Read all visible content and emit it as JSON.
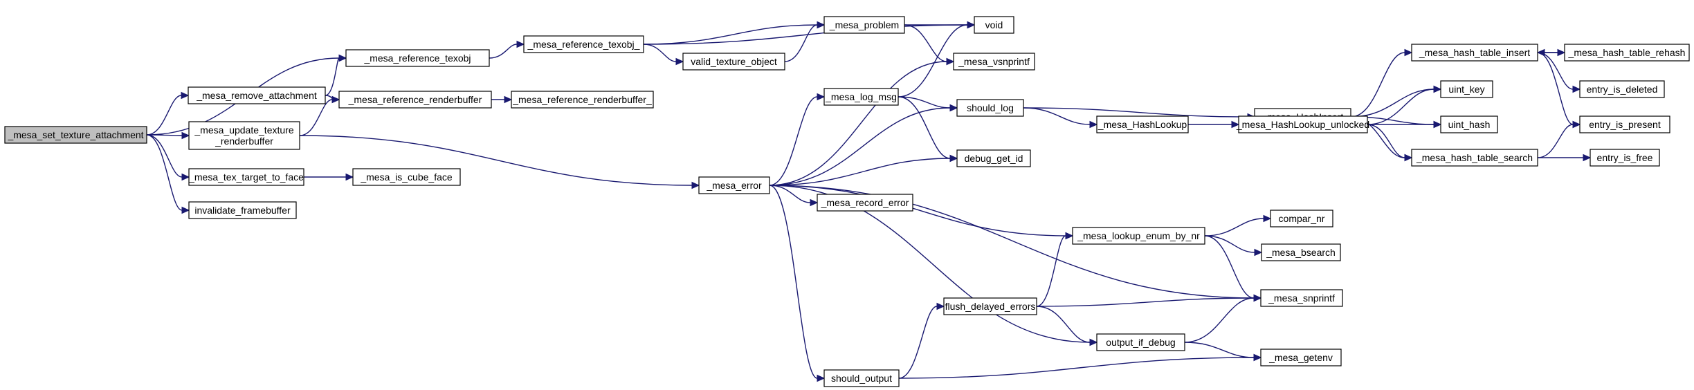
{
  "diagram": {
    "type": "call-graph",
    "colors": {
      "edge": "#191970",
      "node_border": "#000000",
      "root_fill": "#bfbfbf",
      "node_fill": "#ffffff"
    },
    "nodes": [
      {
        "id": "set_tex_attach",
        "label": "_mesa_set_texture_attachment",
        "root": true
      },
      {
        "id": "ref_texobj",
        "label": "_mesa_reference_texobj"
      },
      {
        "id": "ref_texobj_",
        "label": "_mesa_reference_texobj_"
      },
      {
        "id": "remove_attach",
        "label": "_mesa_remove_attachment"
      },
      {
        "id": "ref_rb",
        "label": "_mesa_reference_renderbuffer"
      },
      {
        "id": "ref_rb_",
        "label": "_mesa_reference_renderbuffer_"
      },
      {
        "id": "update_tex_rb",
        "label": "_mesa_update_texture\n_renderbuffer"
      },
      {
        "id": "tex_target_face",
        "label": "_mesa_tex_target_to_face"
      },
      {
        "id": "is_cube_face",
        "label": "_mesa_is_cube_face"
      },
      {
        "id": "inval_fb",
        "label": "invalidate_framebuffer"
      },
      {
        "id": "problem",
        "label": "_mesa_problem"
      },
      {
        "id": "valid_tex_obj",
        "label": "valid_texture_object"
      },
      {
        "id": "void",
        "label": "void"
      },
      {
        "id": "vsnprintf",
        "label": "_mesa_vsnprintf"
      },
      {
        "id": "error",
        "label": "_mesa_error"
      },
      {
        "id": "log_msg",
        "label": "_mesa_log_msg"
      },
      {
        "id": "should_log",
        "label": "should_log"
      },
      {
        "id": "debug_get_id",
        "label": "debug_get_id"
      },
      {
        "id": "record_error",
        "label": "_mesa_record_error"
      },
      {
        "id": "lookup_enum",
        "label": "_mesa_lookup_enum_by_nr"
      },
      {
        "id": "compar_nr",
        "label": "compar_nr"
      },
      {
        "id": "bsearch",
        "label": "_mesa_bsearch"
      },
      {
        "id": "snprintf",
        "label": "_mesa_snprintf"
      },
      {
        "id": "flush_delayed",
        "label": "flush_delayed_errors"
      },
      {
        "id": "output_if_debug",
        "label": "output_if_debug"
      },
      {
        "id": "getenv",
        "label": "_mesa_getenv"
      },
      {
        "id": "should_output",
        "label": "should_output"
      },
      {
        "id": "hash_insert",
        "label": "_mesa_HashInsert"
      },
      {
        "id": "hash_lookup",
        "label": "_mesa_HashLookup"
      },
      {
        "id": "hash_lookup_unlocked",
        "label": "_mesa_HashLookup_unlocked"
      },
      {
        "id": "ht_insert",
        "label": "_mesa_hash_table_insert"
      },
      {
        "id": "ht_rehash",
        "label": "_mesa_hash_table_rehash"
      },
      {
        "id": "ht_search",
        "label": "_mesa_hash_table_search"
      },
      {
        "id": "uint_key",
        "label": "uint_key"
      },
      {
        "id": "uint_hash",
        "label": "uint_hash"
      },
      {
        "id": "entry_deleted",
        "label": "entry_is_deleted"
      },
      {
        "id": "entry_present",
        "label": "entry_is_present"
      },
      {
        "id": "entry_free",
        "label": "entry_is_free"
      }
    ],
    "edges": [
      [
        "set_tex_attach",
        "ref_texobj"
      ],
      [
        "set_tex_attach",
        "remove_attach"
      ],
      [
        "set_tex_attach",
        "update_tex_rb"
      ],
      [
        "set_tex_attach",
        "tex_target_face"
      ],
      [
        "set_tex_attach",
        "inval_fb"
      ],
      [
        "remove_attach",
        "ref_texobj"
      ],
      [
        "remove_attach",
        "ref_rb"
      ],
      [
        "update_tex_rb",
        "ref_rb"
      ],
      [
        "update_tex_rb",
        "error"
      ],
      [
        "ref_texobj",
        "ref_texobj_"
      ],
      [
        "ref_rb",
        "ref_rb_"
      ],
      [
        "tex_target_face",
        "is_cube_face"
      ],
      [
        "ref_texobj_",
        "void"
      ],
      [
        "ref_texobj_",
        "problem"
      ],
      [
        "ref_texobj_",
        "valid_tex_obj"
      ],
      [
        "valid_tex_obj",
        "problem"
      ],
      [
        "problem",
        "void"
      ],
      [
        "problem",
        "vsnprintf"
      ],
      [
        "error",
        "vsnprintf"
      ],
      [
        "error",
        "log_msg"
      ],
      [
        "error",
        "should_log"
      ],
      [
        "error",
        "debug_get_id"
      ],
      [
        "error",
        "record_error"
      ],
      [
        "error",
        "lookup_enum"
      ],
      [
        "error",
        "snprintf"
      ],
      [
        "error",
        "output_if_debug"
      ],
      [
        "error",
        "should_output"
      ],
      [
        "log_msg",
        "void"
      ],
      [
        "log_msg",
        "should_log"
      ],
      [
        "log_msg",
        "debug_get_id"
      ],
      [
        "should_log",
        "hash_insert"
      ],
      [
        "should_log",
        "hash_lookup"
      ],
      [
        "hash_lookup",
        "hash_lookup_unlocked"
      ],
      [
        "hash_lookup_unlocked",
        "uint_key"
      ],
      [
        "hash_lookup_unlocked",
        "uint_hash"
      ],
      [
        "hash_lookup_unlocked",
        "ht_search"
      ],
      [
        "hash_insert",
        "ht_insert"
      ],
      [
        "hash_insert",
        "uint_key"
      ],
      [
        "hash_insert",
        "uint_hash"
      ],
      [
        "hash_insert",
        "ht_search"
      ],
      [
        "ht_insert",
        "ht_rehash"
      ],
      [
        "ht_rehash",
        "ht_insert"
      ],
      [
        "ht_insert",
        "entry_deleted"
      ],
      [
        "ht_insert",
        "entry_present"
      ],
      [
        "ht_search",
        "entry_present"
      ],
      [
        "ht_search",
        "entry_free"
      ],
      [
        "lookup_enum",
        "compar_nr"
      ],
      [
        "lookup_enum",
        "bsearch"
      ],
      [
        "lookup_enum",
        "snprintf"
      ],
      [
        "flush_delayed",
        "lookup_enum"
      ],
      [
        "flush_delayed",
        "snprintf"
      ],
      [
        "flush_delayed",
        "output_if_debug"
      ],
      [
        "output_if_debug",
        "snprintf"
      ],
      [
        "output_if_debug",
        "getenv"
      ],
      [
        "should_output",
        "flush_delayed"
      ],
      [
        "should_output",
        "getenv"
      ]
    ]
  }
}
